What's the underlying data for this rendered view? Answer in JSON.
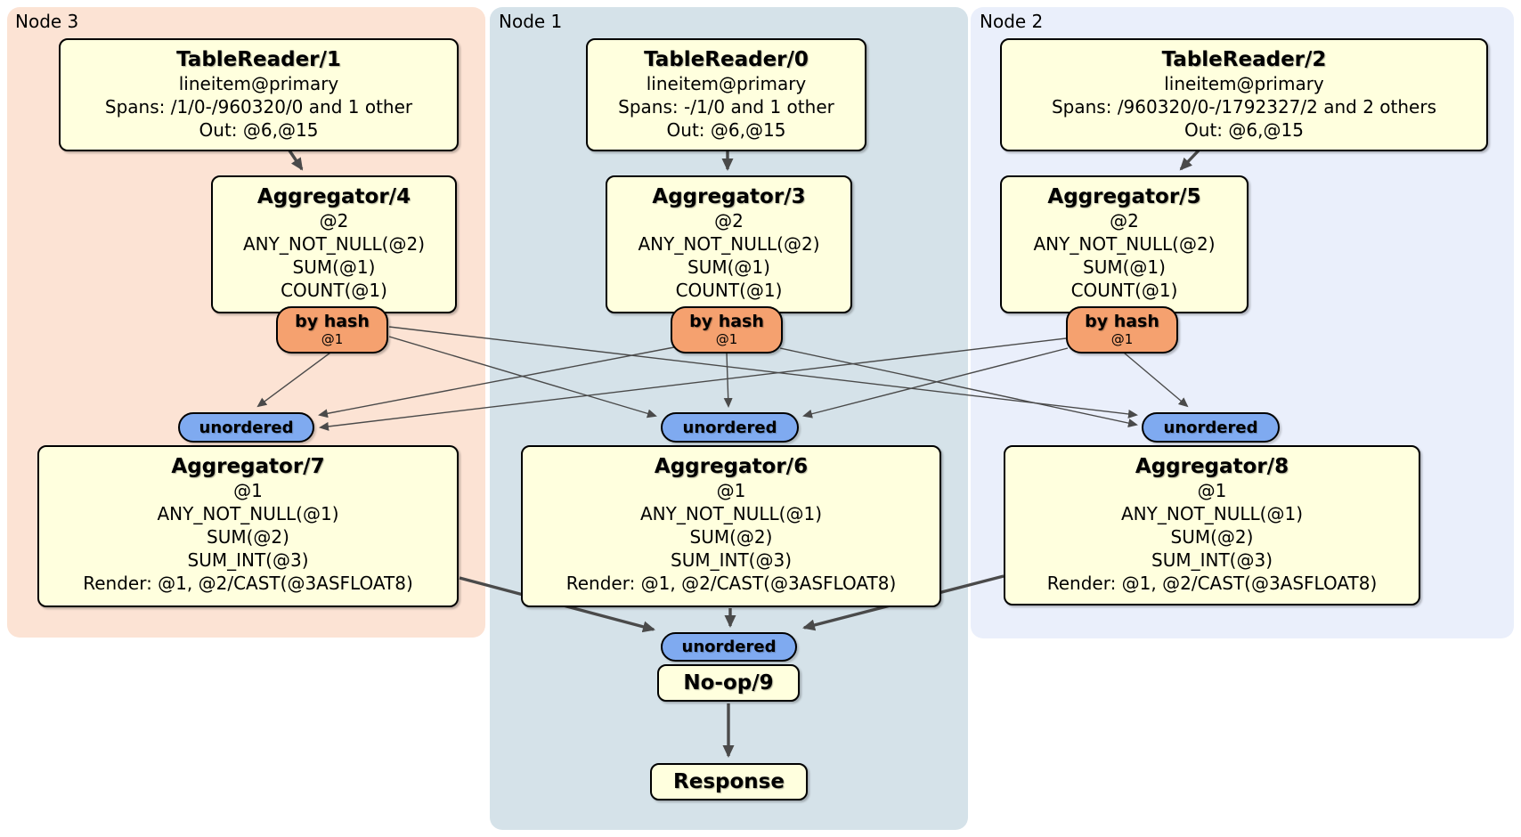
{
  "palette": {
    "node3_bg": "#FCE3D4",
    "node1_bg": "#D5E2E9",
    "node2_bg": "#EAEFFB",
    "processor_fill": "#FFFFDE",
    "router_fill": "#F5A16F",
    "sync_fill": "#7FAAF0",
    "edge_color": "#4A4A4A",
    "border_color": "#000000"
  },
  "nodes": [
    {
      "label": "Node 3"
    },
    {
      "label": "Node 1"
    },
    {
      "label": "Node 2"
    }
  ],
  "processors": {
    "tablereader1": {
      "title": "TableReader/1",
      "lines": [
        "lineitem@primary",
        "Spans: /1/0-/960320/0 and 1 other",
        "Out: @6,@15"
      ]
    },
    "tablereader0": {
      "title": "TableReader/0",
      "lines": [
        "lineitem@primary",
        "Spans: -/1/0 and 1 other",
        "Out: @6,@15"
      ]
    },
    "tablereader2": {
      "title": "TableReader/2",
      "lines": [
        "lineitem@primary",
        "Spans: /960320/0-/1792327/2 and 2 others",
        "Out: @6,@15"
      ]
    },
    "aggregator4": {
      "title": "Aggregator/4",
      "lines": [
        "@2",
        "ANY_NOT_NULL(@2)",
        "SUM(@1)",
        "COUNT(@1)"
      ]
    },
    "aggregator3": {
      "title": "Aggregator/3",
      "lines": [
        "@2",
        "ANY_NOT_NULL(@2)",
        "SUM(@1)",
        "COUNT(@1)"
      ]
    },
    "aggregator5": {
      "title": "Aggregator/5",
      "lines": [
        "@2",
        "ANY_NOT_NULL(@2)",
        "SUM(@1)",
        "COUNT(@1)"
      ]
    },
    "aggregator7": {
      "title": "Aggregator/7",
      "lines": [
        "@1",
        "ANY_NOT_NULL(@1)",
        "SUM(@2)",
        "SUM_INT(@3)",
        "Render: @1, @2/CAST(@3ASFLOAT8)"
      ]
    },
    "aggregator6": {
      "title": "Aggregator/6",
      "lines": [
        "@1",
        "ANY_NOT_NULL(@1)",
        "SUM(@2)",
        "SUM_INT(@3)",
        "Render: @1, @2/CAST(@3ASFLOAT8)"
      ]
    },
    "aggregator8": {
      "title": "Aggregator/8",
      "lines": [
        "@1",
        "ANY_NOT_NULL(@1)",
        "SUM(@2)",
        "SUM_INT(@3)",
        "Render: @1, @2/CAST(@3ASFLOAT8)"
      ]
    },
    "noop9": {
      "title": "No-op/9"
    },
    "response": {
      "title": "Response"
    }
  },
  "routers": [
    {
      "label": "by hash",
      "detail": "@1"
    },
    {
      "label": "by hash",
      "detail": "@1"
    },
    {
      "label": "by hash",
      "detail": "@1"
    }
  ],
  "syncs": [
    {
      "label": "unordered"
    },
    {
      "label": "unordered"
    },
    {
      "label": "unordered"
    },
    {
      "label": "unordered"
    }
  ]
}
